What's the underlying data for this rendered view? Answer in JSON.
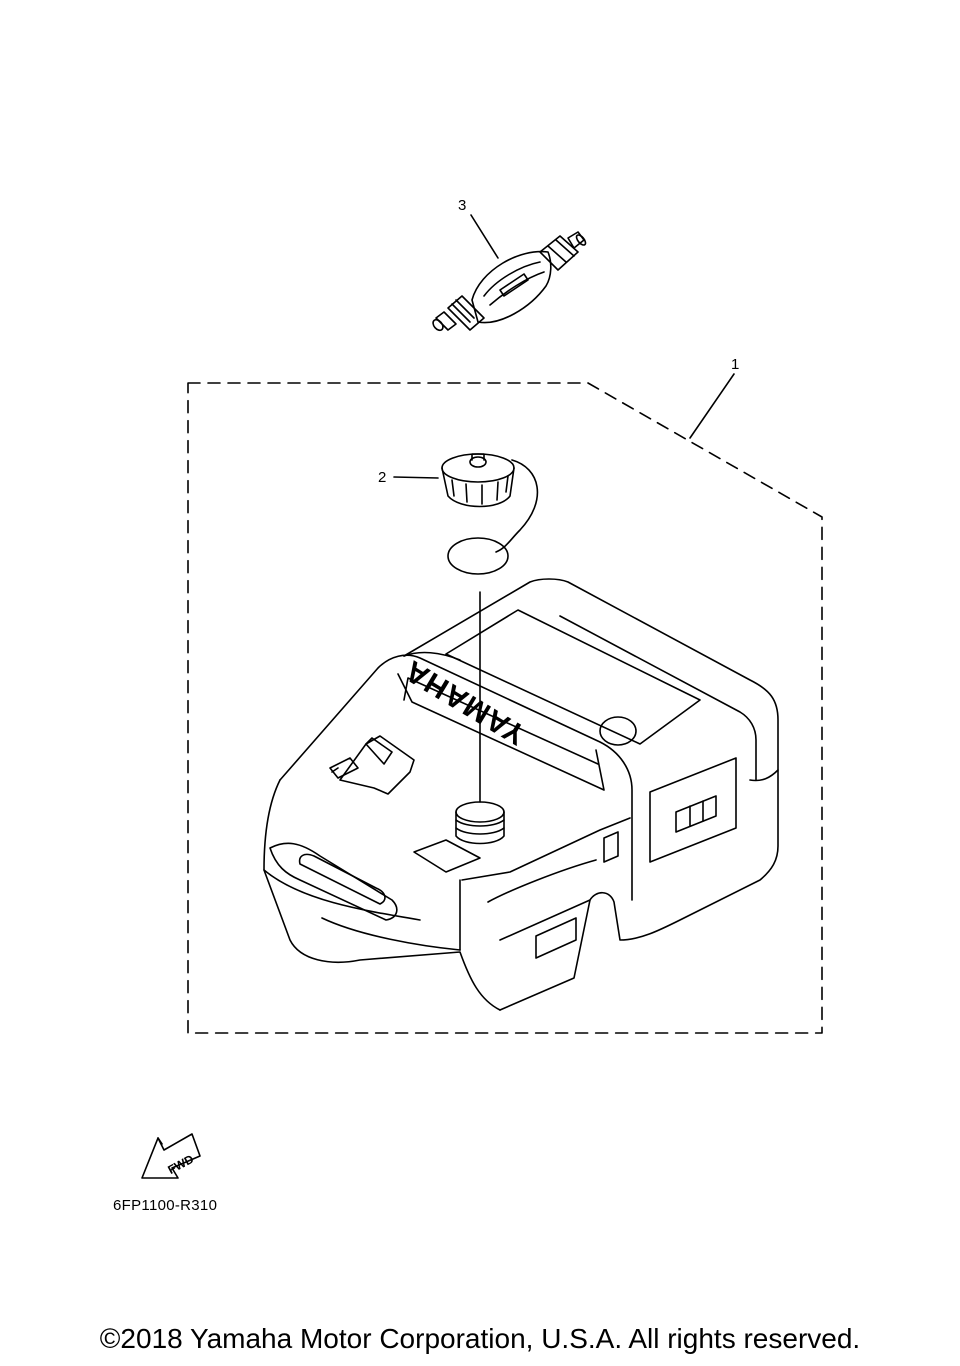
{
  "callouts": {
    "part_1": "1",
    "part_2": "2",
    "part_3": "3"
  },
  "tank_logo": "YAMAHA",
  "fwd_arrow_label": "FWD",
  "diagram_code": "6FP1100-R310",
  "copyright": "©2018 Yamaha Motor Corporation, U.S.A. All rights reserved."
}
